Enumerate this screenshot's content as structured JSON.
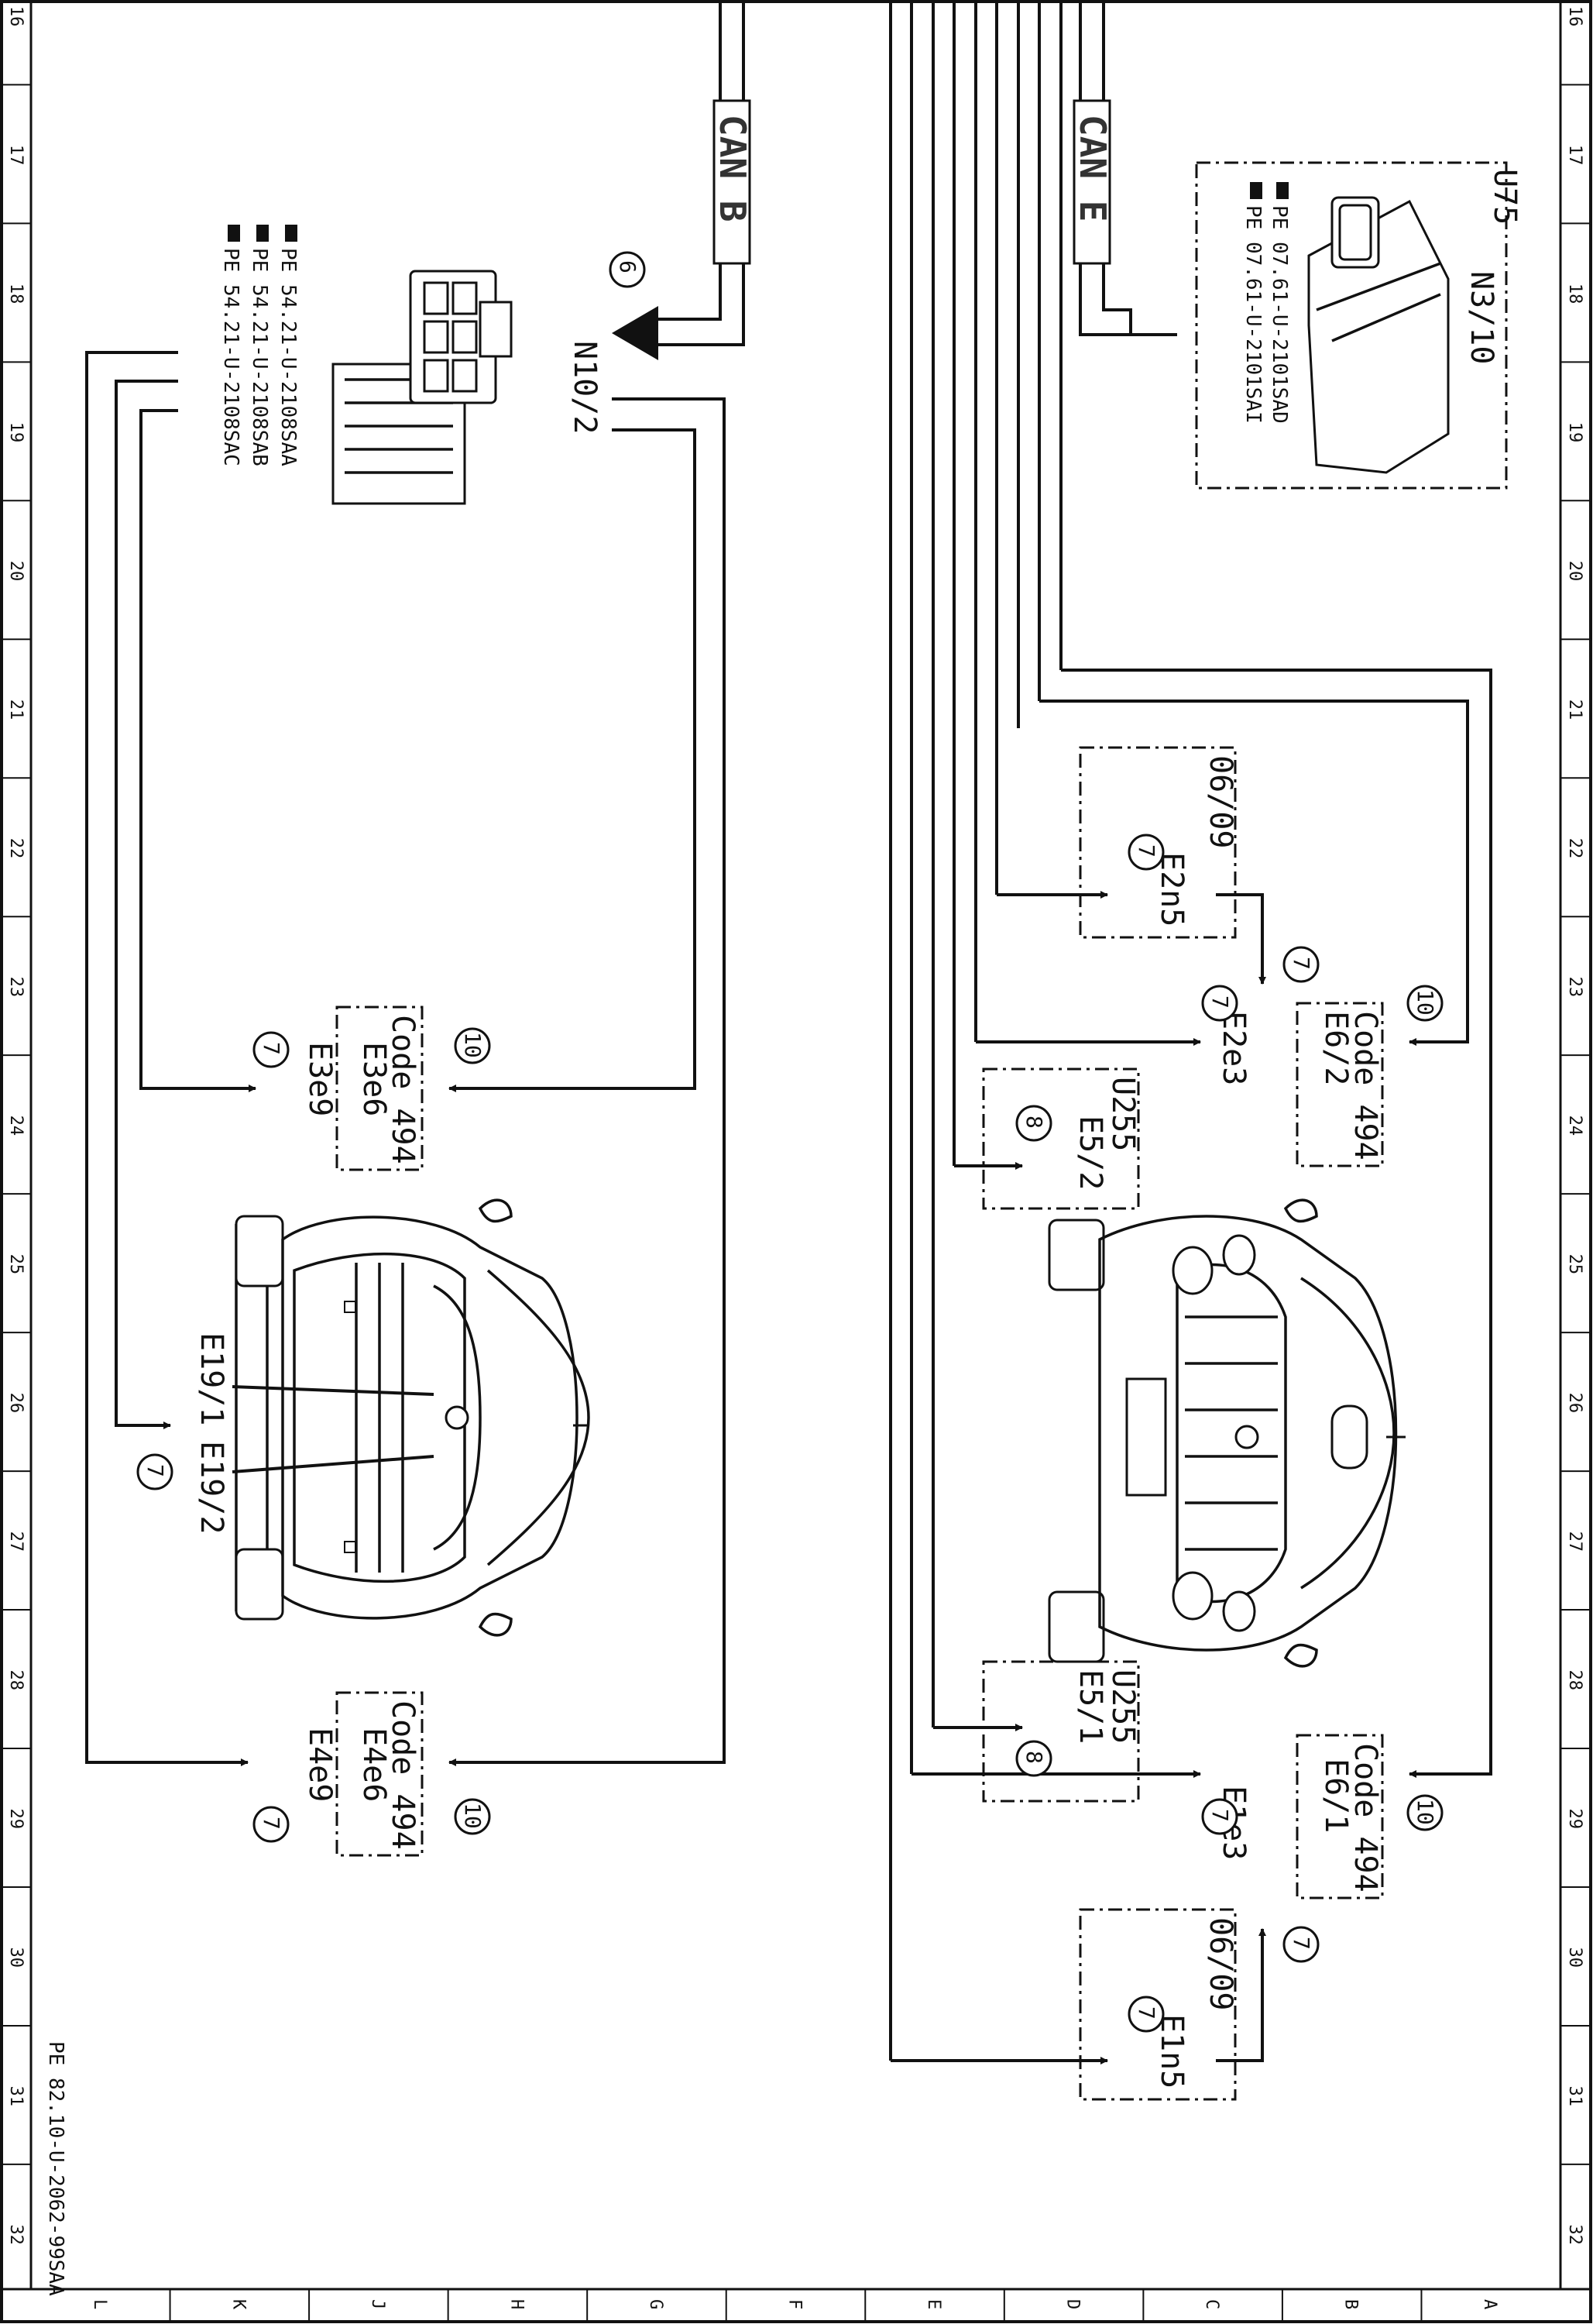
{
  "ruler_rows": [
    "16",
    "17",
    "18",
    "19",
    "20",
    "21",
    "22",
    "23",
    "24",
    "25",
    "26",
    "27",
    "28",
    "29",
    "30",
    "31",
    "32"
  ],
  "ruler_cols": [
    "L",
    "K",
    "J",
    "H",
    "G",
    "F",
    "E",
    "D",
    "C",
    "B",
    "A"
  ],
  "bus": {
    "can_b": "CAN B",
    "can_e": "CAN E"
  },
  "units": {
    "u75": "U75",
    "n3_10": "N3/10",
    "n10_2": "N10/2",
    "e2n5": "E2n5",
    "e1n5": "E1n5",
    "e2e3": "E2e3",
    "e1e3": "E1e3",
    "e5_2": "E5/2",
    "e5_1": "E5/1",
    "e6_2": "E6/2",
    "e6_1": "E6/1",
    "e3e6": "E3e6",
    "e3e9": "E3e9",
    "e4e6": "E4e6",
    "e4e9": "E4e9",
    "e19_1": "E19/1",
    "e19_2": "E19/2"
  },
  "codes": {
    "code_494": "Code 494",
    "u255": "U255",
    "date_0609": "06/09"
  },
  "refs": {
    "pe_n3_10_a": "PE 07.61-U-2101SAD",
    "pe_n3_10_b": "PE 07.61-U-2101SAI",
    "pe_n10_2_a": "PE 54.21-U-2108SAA",
    "pe_n10_2_b": "PE 54.21-U-2108SAB",
    "pe_n10_2_c": "PE 54.21-U-2108SAC",
    "drawing_id": "PE 82.10-U-2062-99SAA"
  },
  "markers": {
    "m6": "6",
    "m7": "7",
    "m8": "8",
    "m10": "10"
  },
  "colors": {
    "ink": "#111111",
    "bus_label": "#333333",
    "background": "#ffffff"
  }
}
